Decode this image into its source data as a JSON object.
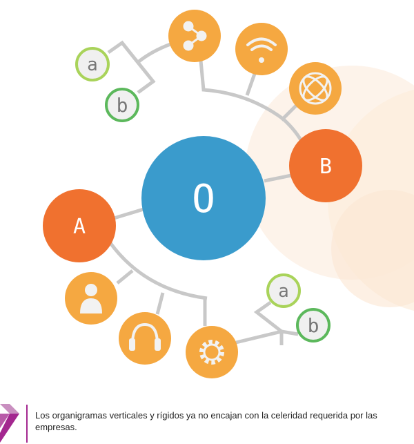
{
  "diagram": {
    "center": {
      "label": "O",
      "color": "#3a9bcc"
    },
    "nodes": [
      {
        "label": "A",
        "color": "#f0712f"
      },
      {
        "label": "B",
        "color": "#f0712f"
      }
    ],
    "icons": [
      "share-icon",
      "wifi-icon",
      "globe-icon",
      "person-icon",
      "headphones-icon",
      "gear-icon"
    ],
    "leaves_top": [
      {
        "label": "a"
      },
      {
        "label": "b"
      }
    ],
    "leaves_bottom": [
      {
        "label": "a"
      },
      {
        "label": "b"
      }
    ],
    "colors": {
      "icon_bg": "#f5a841",
      "line": "#c8c8c8",
      "green_light": "#a9d35a",
      "green_dark": "#5cb85c",
      "peach": "#fdf1e5",
      "accent": "#a3278f"
    }
  },
  "caption": "Los organigramas verticales y rígidos ya no encajan con la celeridad requerida por las empresas."
}
